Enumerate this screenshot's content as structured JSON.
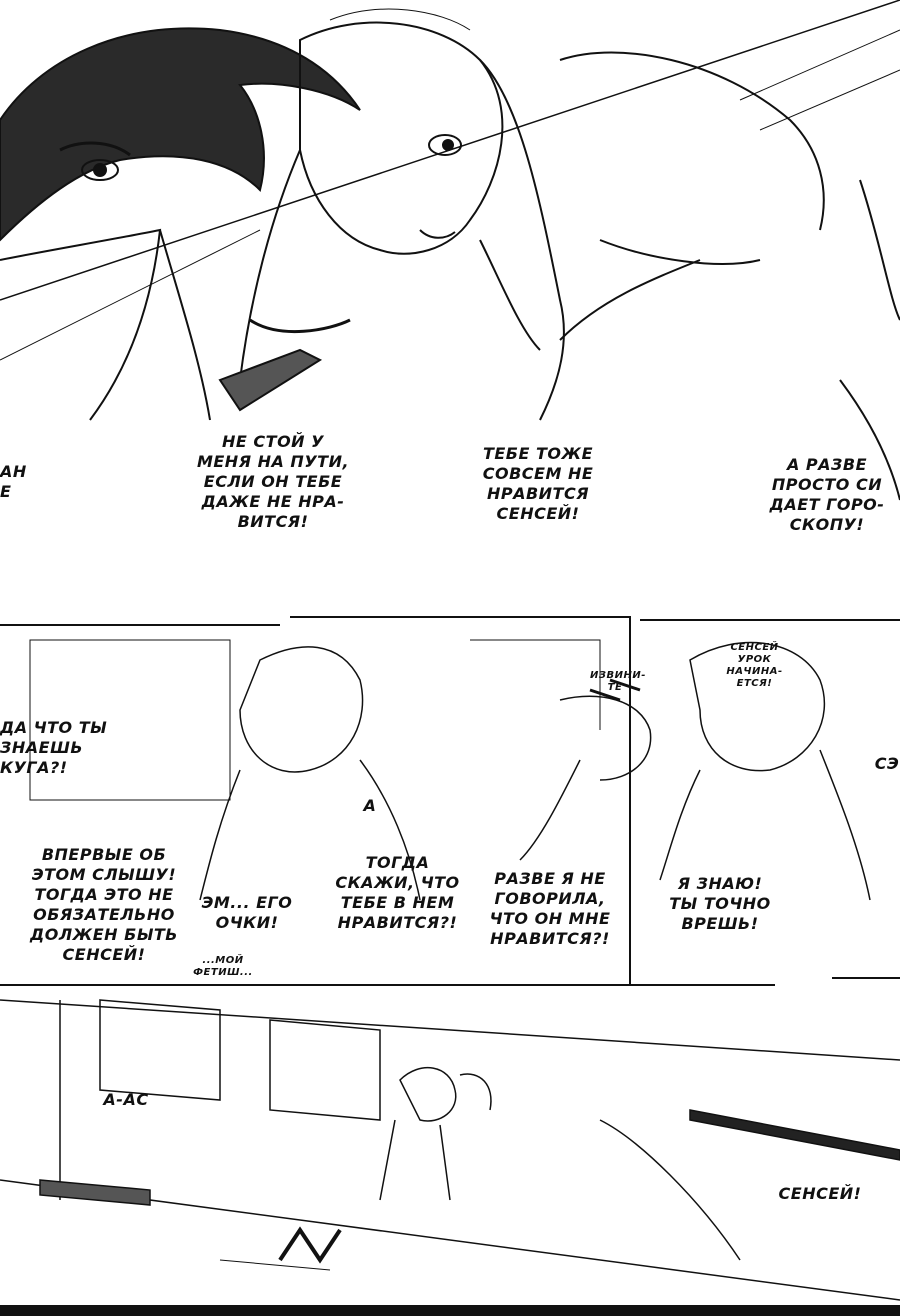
{
  "panels": {
    "top": {
      "cut_left": "АН\nЕ",
      "not_standing": "НЕ СТОЙ У\nМЕНЯ НА ПУТИ,\nЕСЛИ ОН ТЕБЕ\nДАЖЕ НЕ НРА-\nВИТСЯ!",
      "you_also": "ТЕБЕ ТОЖЕ\nСОВСЕМ НЕ\nНРАВИТСЯ\nСЕНСЕЙ!",
      "or_just": "А РАЗВЕ\nПРОСТО СИ\nДАЕТ ГОРО-\nСКОПУ!"
    },
    "middle": {
      "sensei_lesson": "СЕНСЕЙ\nУРОК\nНАЧИНА-\nЕТСЯ!",
      "sorry": "ИЗВИНИ-\nТЕ",
      "what_you": "ДА ЧТО ТЫ\nЗНАЕШЬ\nКУГА?!",
      "cut_right": "СЭ",
      "ah": "А",
      "first_time": "ВПЕРВЫЕ ОБ\nЭТОМ СЛЫШУ!\nТОГДА ЭТО НЕ\nОБЯЗАТЕЛЬНО\nДОЛЖЕН БЫТЬ\nСЕНСЕЙ!",
      "he_he": "ЭМ... ЕГО\nОЧКИ!",
      "then_say": "ТОГДА\nСКАЖИ, ЧТО\nТЕБЕ В НЕМ\nНРАВИТСЯ?!",
      "didnt_i_say": "РАЗВЕ Я НЕ\nГОВОРИЛА,\nЧТО ОН МНЕ\nНРАВИТСЯ?!",
      "i_know": "Я ЗНАЮ!\nТЫ ТОЧНО\nВРЕШЬ!",
      "my_fetish": "...МОЙ\nФЕТИШ..."
    },
    "bottom": {
      "ah_ah": "А-АС",
      "sensei": "СЕНСЕЙ!"
    }
  },
  "colors": {
    "ink": "#111111",
    "paper": "#ffffff",
    "tone": "#dcdcdc"
  }
}
